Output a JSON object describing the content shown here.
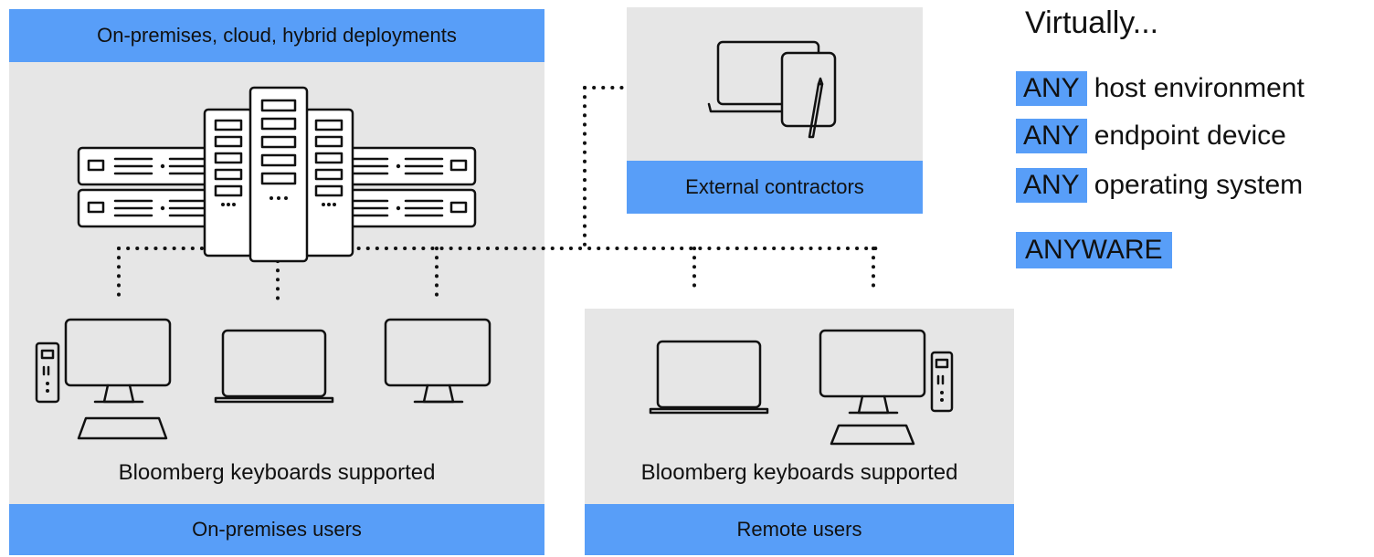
{
  "onprem_panel": {
    "header": "On-premises, cloud, hybrid deployments",
    "caption": "Bloomberg keyboards supported",
    "footer": "On-premises users"
  },
  "contractors_panel": {
    "footer": "External contractors"
  },
  "remote_panel": {
    "caption": "Bloomberg keyboards supported",
    "footer": "Remote users"
  },
  "side": {
    "title": "Virtually...",
    "items": [
      {
        "tag": "ANY",
        "text": "host environment"
      },
      {
        "tag": "ANY",
        "text": "endpoint device"
      },
      {
        "tag": "ANY",
        "text": "operating system"
      }
    ],
    "anyware": "ANYWARE"
  },
  "colors": {
    "accent": "#589ef8",
    "panel_bg": "#e6e6e6",
    "line": "#111111"
  },
  "icons": [
    "server-rack-icon",
    "laptop-tablet-icon",
    "desktop-tower-icon",
    "laptop-icon",
    "monitor-icon"
  ]
}
